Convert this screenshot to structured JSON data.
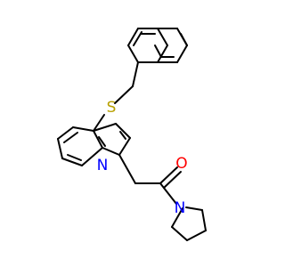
{
  "molecule": {
    "atoms": {
      "sulfur": {
        "symbol": "S",
        "color": "#b8a000"
      },
      "indole_nitrogen": {
        "symbol": "N",
        "color": "#0000ff"
      },
      "carbonyl_oxygen": {
        "symbol": "O",
        "color": "#ff0000"
      },
      "pyrrolidine_nitrogen": {
        "symbol": "N",
        "color": "#0000ff"
      }
    },
    "bond_color": "#000000"
  }
}
